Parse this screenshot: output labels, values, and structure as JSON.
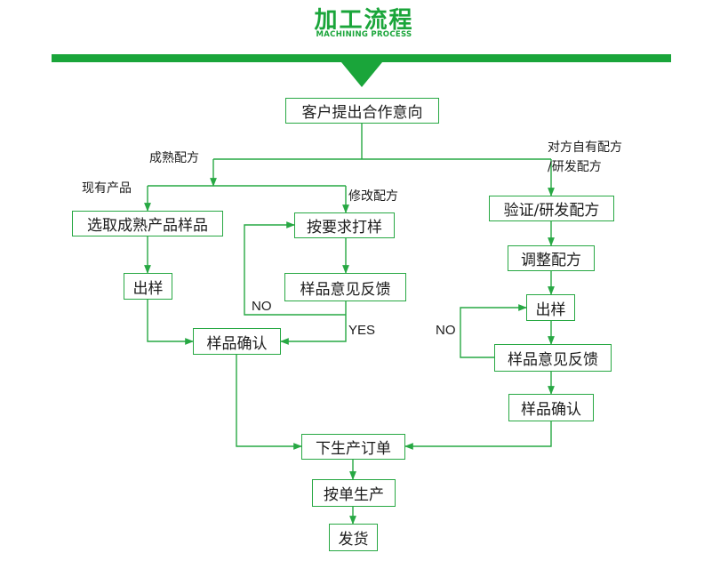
{
  "header": {
    "title": "加工流程",
    "subtitle": "MACHINING PROCESS"
  },
  "colors": {
    "accent": "#1aa53a",
    "line": "#27a843"
  },
  "nodes": {
    "start": "客户提出合作意向",
    "select_sample": "选取成熟产品样品",
    "ship_sample_left": "出样",
    "make_sample": "按要求打样",
    "feedback_mid": "样品意见反馈",
    "confirm_mid": "样品确认",
    "verify_develop": "验证/研发配方",
    "adjust_formula": "调整配方",
    "ship_sample_right": "出样",
    "feedback_right": "样品意见反馈",
    "confirm_right": "样品确认",
    "place_order": "下生产订单",
    "produce": "按单生产",
    "deliver": "发货"
  },
  "labels": {
    "mature_formula": "成熟配方",
    "existing_product": "现有产品",
    "modify_formula": "修改配方",
    "own_formula_line1": "对方自有配方",
    "own_formula_line2": "/研发配方",
    "no_mid": "NO",
    "yes_mid": "YES",
    "no_right": "NO"
  }
}
